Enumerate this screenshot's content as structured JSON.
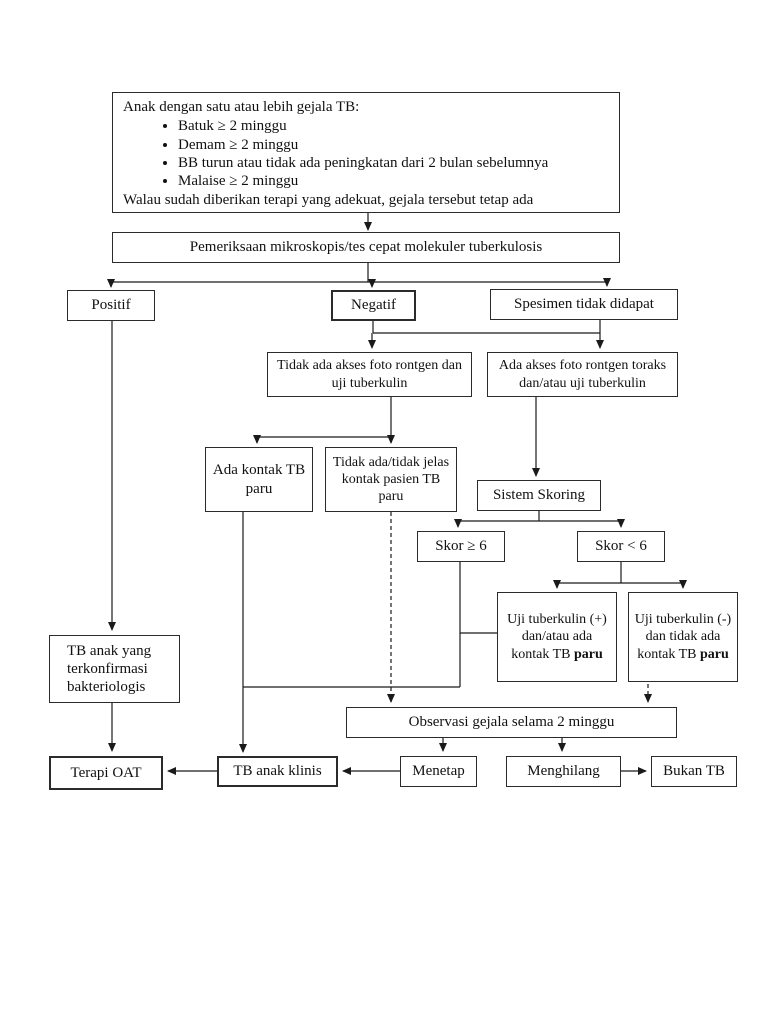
{
  "colors": {
    "background": "#ffffff",
    "box_border": "#2b2b2b",
    "line": "#1a1a1a",
    "text": "#111111"
  },
  "diagram": {
    "nodes": {
      "symptoms": {
        "intro": "Anak dengan satu atau lebih gejala TB:",
        "bullets": [
          "Batuk ≥ 2 minggu",
          "Demam ≥ 2 minggu",
          "BB turun atau tidak ada peningkatan dari 2 bulan sebelumnya",
          "Malaise ≥ 2 minggu"
        ],
        "footer": "Walau sudah diberikan terapi yang adekuat, gejala tersebut tetap ada"
      },
      "exam": {
        "label": "Pemeriksaan mikroskopis/tes cepat molekuler tuberkulosis"
      },
      "positif": {
        "label": "Positif"
      },
      "negatif": {
        "label": "Negatif"
      },
      "spesimen": {
        "label": "Spesimen tidak didapat"
      },
      "no_access": {
        "label": "Tidak ada akses foto rontgen dan uji tuberkulin"
      },
      "access": {
        "label": "Ada akses foto rontgen toraks dan/atau uji tuberkulin"
      },
      "kontak": {
        "label": "Ada kontak TB paru"
      },
      "no_kontak": {
        "label": "Tidak ada/tidak jelas kontak pasien TB paru"
      },
      "skoring": {
        "label": "Sistem Skoring"
      },
      "skor_ge6": {
        "label": "Skor ≥ 6"
      },
      "skor_lt6": {
        "label": "Skor < 6"
      },
      "uji_pos": {
        "text": "Uji tuberkulin (+) dan/atau ada kontak TB",
        "bold": "paru"
      },
      "uji_neg": {
        "text": "Uji tuberkulin (-) dan tidak ada kontak TB",
        "bold": "paru"
      },
      "konfirmasi": {
        "label": "TB anak yang terkonfirmasi bakteriologis"
      },
      "observasi": {
        "label": "Observasi gejala selama 2 minggu"
      },
      "terapi": {
        "label": "Terapi OAT"
      },
      "klinis": {
        "label": "TB anak klinis"
      },
      "menetap": {
        "label": "Menetap"
      },
      "menghilang": {
        "label": "Menghilang"
      },
      "bukan_tb": {
        "label": "Bukan TB"
      }
    },
    "edges": [
      {
        "from": "symptoms",
        "to": "exam",
        "style": "solid"
      },
      {
        "from": "exam",
        "to": "positif",
        "style": "solid"
      },
      {
        "from": "exam",
        "to": "negatif",
        "style": "solid"
      },
      {
        "from": "exam",
        "to": "spesimen",
        "style": "solid"
      },
      {
        "from": "negatif",
        "to": "no_access",
        "style": "solid"
      },
      {
        "from": "negatif",
        "to": "access",
        "style": "solid"
      },
      {
        "from": "spesimen",
        "to": "no_access",
        "style": "solid"
      },
      {
        "from": "spesimen",
        "to": "access",
        "style": "solid"
      },
      {
        "from": "no_access",
        "to": "kontak",
        "style": "solid"
      },
      {
        "from": "no_access",
        "to": "no_kontak",
        "style": "solid"
      },
      {
        "from": "access",
        "to": "skoring",
        "style": "solid"
      },
      {
        "from": "skoring",
        "to": "skor_ge6",
        "style": "solid"
      },
      {
        "from": "skoring",
        "to": "skor_lt6",
        "style": "solid"
      },
      {
        "from": "skor_lt6",
        "to": "uji_pos",
        "style": "solid"
      },
      {
        "from": "skor_lt6",
        "to": "uji_neg",
        "style": "solid"
      },
      {
        "from": "skor_ge6",
        "to": "klinis",
        "style": "solid"
      },
      {
        "from": "uji_pos",
        "to": "klinis",
        "style": "solid"
      },
      {
        "from": "kontak",
        "to": "klinis",
        "style": "solid"
      },
      {
        "from": "no_kontak",
        "to": "observasi",
        "style": "dashed"
      },
      {
        "from": "uji_neg",
        "to": "observasi",
        "style": "dashed"
      },
      {
        "from": "positif",
        "to": "konfirmasi",
        "style": "solid"
      },
      {
        "from": "konfirmasi",
        "to": "terapi",
        "style": "solid"
      },
      {
        "from": "observasi",
        "to": "menetap",
        "style": "solid"
      },
      {
        "from": "observasi",
        "to": "menghilang",
        "style": "solid"
      },
      {
        "from": "klinis",
        "to": "terapi",
        "style": "solid"
      },
      {
        "from": "menetap",
        "to": "klinis",
        "style": "solid"
      },
      {
        "from": "menghilang",
        "to": "bukan_tb",
        "style": "solid"
      }
    ]
  }
}
